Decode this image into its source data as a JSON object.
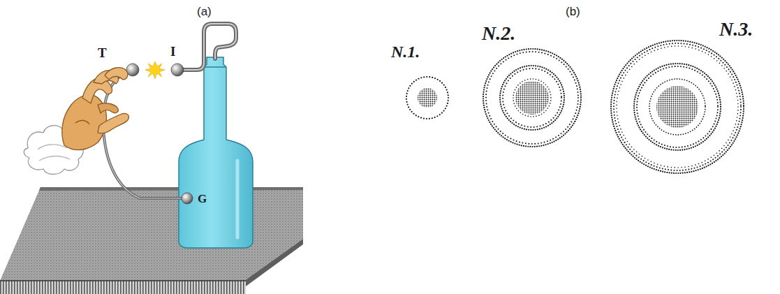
{
  "diagram": {
    "labels": [
      "(a)",
      "(b)",
      "T",
      "I",
      "G",
      "N.1.",
      "N.2.",
      "N.3."
    ]
  }
}
